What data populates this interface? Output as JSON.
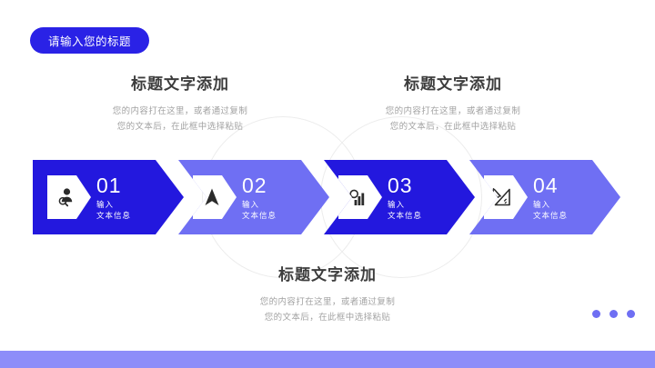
{
  "slide": {
    "title_pill": "请输入您的标题",
    "accent_dark": "#2318de",
    "accent_light": "#6f6ff3",
    "footer_color": "#8d8df9",
    "body_text_color": "#a2a2a2"
  },
  "headings": {
    "top_left": {
      "title": "标题文字添加",
      "line1": "您的内容打在这里，或者通过复制",
      "line2": "您的文本后，在此框中选择粘贴"
    },
    "top_right": {
      "title": "标题文字添加",
      "line1": "您的内容打在这里，或者通过复制",
      "line2": "您的文本后，在此框中选择粘贴"
    },
    "bottom": {
      "title": "标题文字添加",
      "line1": "您的内容打在这里，或者通过复制",
      "line2": "您的文本后，在此框中选择粘贴"
    }
  },
  "steps": [
    {
      "number": "01",
      "line1": "输入",
      "line2": "文本信息",
      "icon": "user-search-icon",
      "color": "#2318de"
    },
    {
      "number": "02",
      "line1": "输入",
      "line2": "文本信息",
      "icon": "navigation-arrow-icon",
      "color": "#6f6ff3"
    },
    {
      "number": "03",
      "line1": "输入",
      "line2": "文本信息",
      "icon": "bar-chart-search-icon",
      "color": "#2318de"
    },
    {
      "number": "04",
      "line1": "输入",
      "line2": "文本信息",
      "icon": "ruler-pencil-icon",
      "color": "#6f6ff3"
    }
  ],
  "decoration": {
    "dots_count": 3,
    "dot_color": "#6f6ff3"
  }
}
